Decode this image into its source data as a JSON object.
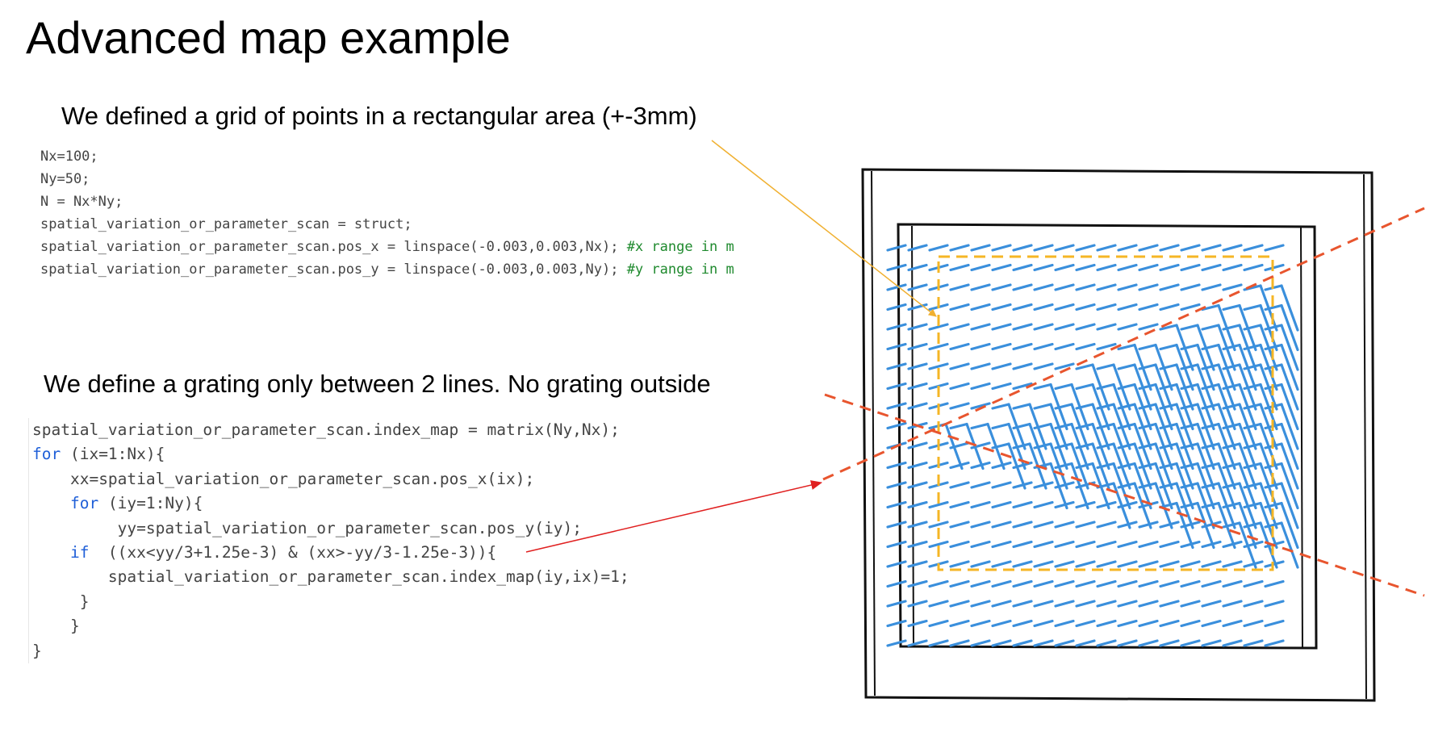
{
  "slide": {
    "title": "Advanced map example",
    "caption_grid": "We defined a grid of points in a rectangular area (+-3mm)",
    "caption_grating": "We define a grating only between 2 lines. No grating outside"
  },
  "code_grid": [
    {
      "code": "Nx=100;",
      "comment": ""
    },
    {
      "code": "Ny=50;",
      "comment": ""
    },
    {
      "code": "N = Nx*Ny;",
      "comment": ""
    },
    {
      "code": "spatial_variation_or_parameter_scan = struct;",
      "comment": ""
    },
    {
      "code": "spatial_variation_or_parameter_scan.pos_x = linspace(-0.003,0.003,Nx); ",
      "comment": "#x range in m"
    },
    {
      "code": "spatial_variation_or_parameter_scan.pos_y = linspace(-0.003,0.003,Ny); ",
      "comment": "#y range in m"
    }
  ],
  "code_grating": [
    {
      "indent": "",
      "keyword": "",
      "rest": "spatial_variation_or_parameter_scan.index_map = matrix(Ny,Nx);"
    },
    {
      "indent": "",
      "keyword": "for",
      "rest": " (ix=1:Nx){"
    },
    {
      "indent": "    ",
      "keyword": "",
      "rest": "xx=spatial_variation_or_parameter_scan.pos_x(ix);"
    },
    {
      "indent": "    ",
      "keyword": "for",
      "rest": " (iy=1:Ny){"
    },
    {
      "indent": "         ",
      "keyword": "",
      "rest": "yy=spatial_variation_or_parameter_scan.pos_y(iy);"
    },
    {
      "indent": "    ",
      "keyword": "if",
      "rest": "  ((xx<yy/3+1.25e-3) & (xx>-yy/3-1.25e-3)){"
    },
    {
      "indent": "        ",
      "keyword": "",
      "rest": "spatial_variation_or_parameter_scan.index_map(iy,ix)=1;"
    },
    {
      "indent": "     ",
      "keyword": "",
      "rest": "}"
    },
    {
      "indent": "    ",
      "keyword": "",
      "rest": "}"
    },
    {
      "indent": "",
      "keyword": "",
      "rest": "}"
    }
  ],
  "colors": {
    "hatch_blue": "#3a8fdc",
    "dash_orange": "#f5b625",
    "line_red": "#e8552e",
    "arrow_orange": "#f0b030",
    "arrow_red": "#e02020",
    "keyword_blue": "#1f5fd8",
    "comment_green": "#1f8a2e"
  }
}
